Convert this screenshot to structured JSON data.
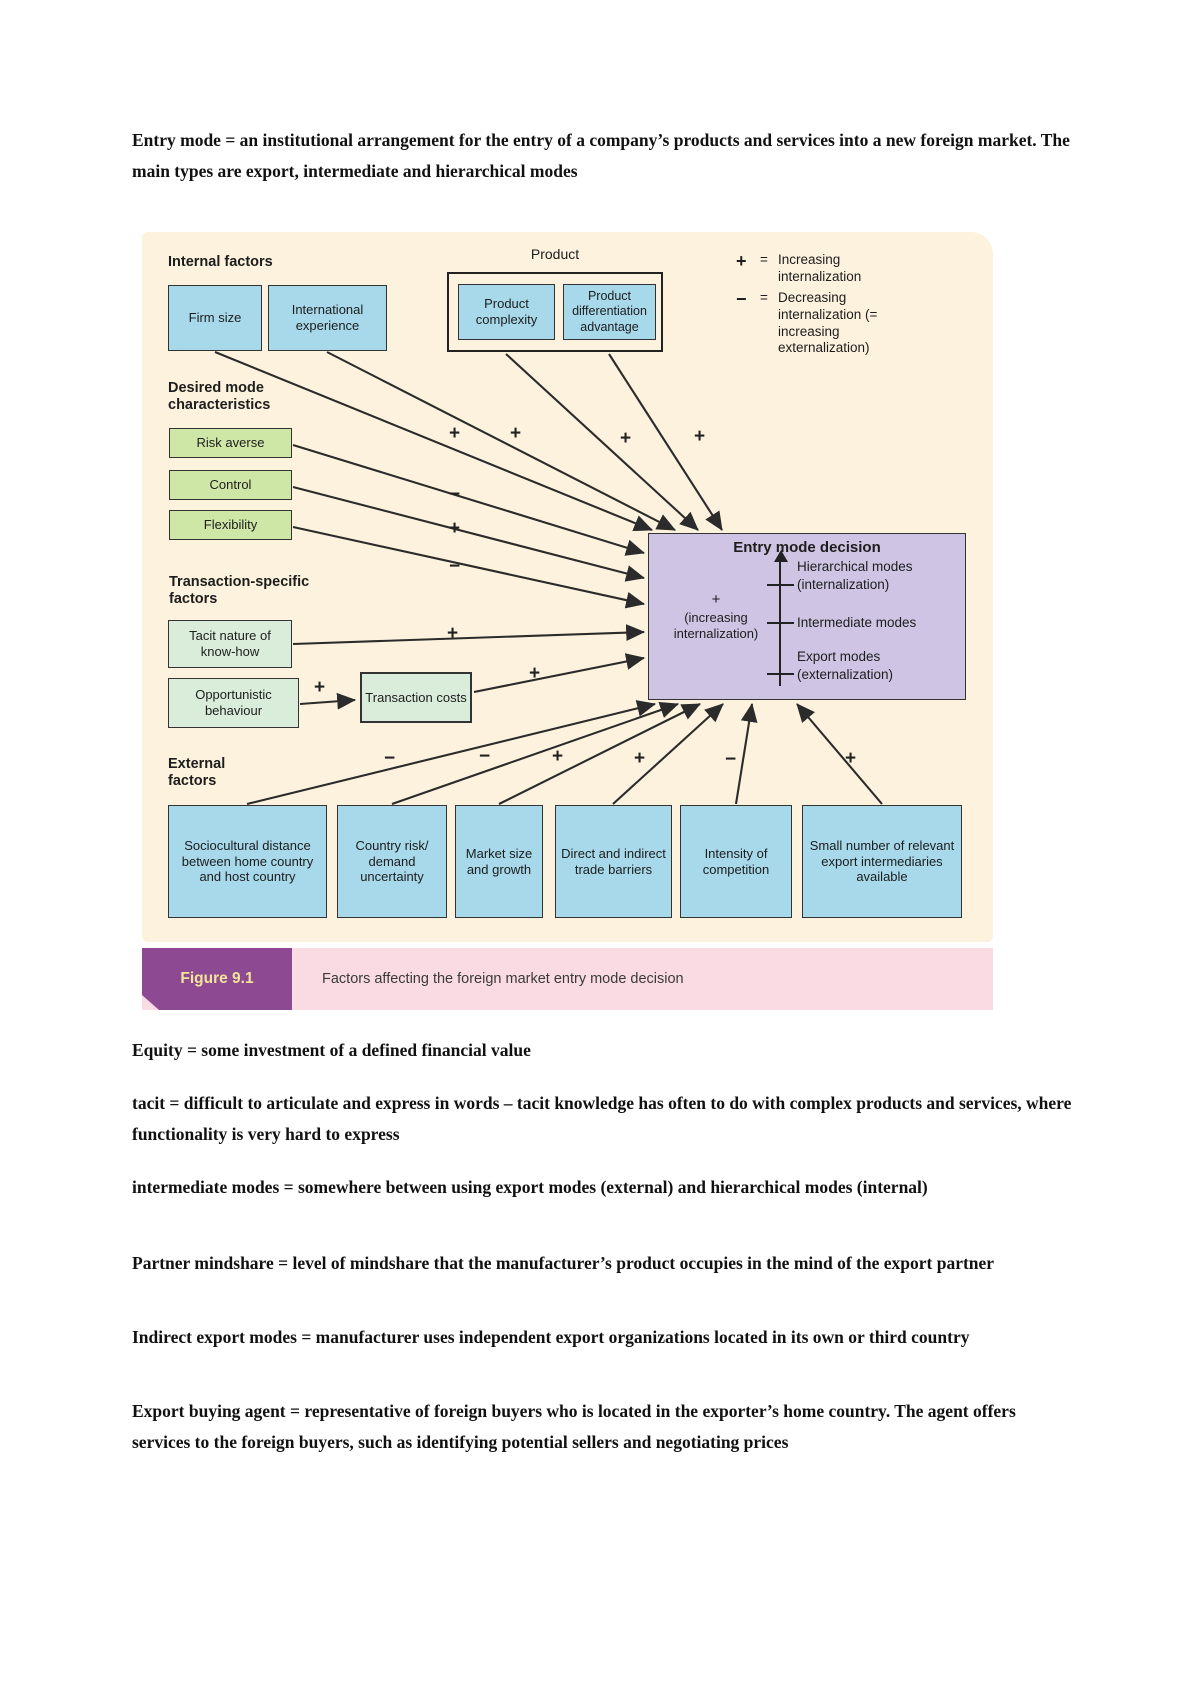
{
  "colors": {
    "cream": "#fdf2dd",
    "blue": "#a7d9eb",
    "green": "#cfe7a6",
    "mint": "#d9edda",
    "lavender": "#cfc4e4",
    "pink": "#fadbe3",
    "purple": "#8d4a92",
    "labeltext": "#f3e49a"
  },
  "paragraphs": [
    {
      "lead": "Entry mode",
      "rest": " = an institutional arrangement for the entry of a company’s products and services into a new foreign market. The main types are export, intermediate and hierarchical modes"
    },
    {
      "lead": "Equity",
      "rest": " = some investment of a defined financial value"
    },
    {
      "lead": "tacit",
      "rest": " = difficult to articulate and express in words – tacit knowledge has often to do with complex products and services, where functionality is very hard to express"
    },
    {
      "lead": "intermediate modes",
      "rest": " = somewhere between using export modes (external) and hierarchical modes (internal)"
    },
    {
      "lead": "Partner mindshare",
      "rest": " = level of mindshare that the manufacturer’s product occupies in the mind of the export partner"
    },
    {
      "lead": "Indirect export modes",
      "rest": " = manufacturer uses independent export organizations located in its own or third country"
    },
    {
      "lead": "Export buying agent",
      "rest": " = representative of foreign buyers who is located in the exporter’s home country. The agent offers services to the foreign buyers, such as identifying potential sellers and negotiating prices"
    }
  ],
  "figure": {
    "label": "Figure 9.1",
    "caption": "Factors affecting the foreign market entry mode decision"
  },
  "diagram": {
    "headings": {
      "internal": "Internal factors",
      "product": "Product",
      "desired": "Desired mode characteristics",
      "transaction": "Transaction-specific factors",
      "external": "External factors"
    },
    "legend": [
      {
        "sign": "+",
        "eq": "=",
        "label": "Increasing internalization"
      },
      {
        "sign": "−",
        "eq": "=",
        "label": "Decreasing internalization (= increasing externalization)"
      }
    ],
    "boxes": {
      "firm_size": "Firm size",
      "intl_experience": "International experience",
      "product_complexity": "Product complexity",
      "product_diff": "Product differentiation advantage",
      "risk_averse": "Risk averse",
      "control": "Control",
      "flexibility": "Flexibility",
      "tacit_nature": "Tacit nature of know-how",
      "opportunistic": "Opportunistic behaviour",
      "transaction_costs": "Transaction costs",
      "sociocultural": "Sociocultural distance between home country and host country",
      "country_risk": "Country risk/ demand uncertainty",
      "market_size": "Market size and growth",
      "trade_barriers": "Direct and indirect trade barriers",
      "intensity": "Intensity of competition",
      "small_number": "Small number of relevant export intermediaries available"
    },
    "entry": {
      "title": "Entry mode decision",
      "axis": {
        "plus": "+",
        "note1": "(increasing",
        "note2": "internalization)"
      },
      "levels": [
        {
          "line1": "Hierarchical modes",
          "line2": "(internalization)"
        },
        {
          "line1": "Intermediate modes",
          "line2": ""
        },
        {
          "line1": "Export modes",
          "line2": "(externalization)"
        }
      ]
    },
    "signs": [
      "+",
      "+",
      "+",
      "+",
      "−",
      "+",
      "−",
      "+",
      "+",
      "+",
      "−",
      "−",
      "+",
      "+",
      "−",
      "+"
    ]
  }
}
